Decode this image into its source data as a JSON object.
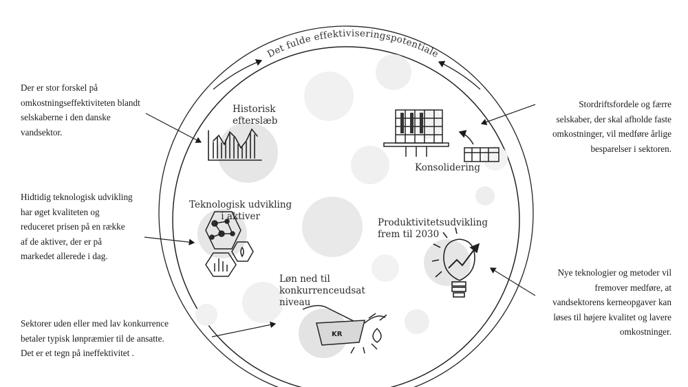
{
  "title": "Det fulde effektiviseringspotentiale",
  "circle_labels": {
    "historisk": [
      "Historisk",
      "efterslæb"
    ],
    "konsolidering": [
      "Konsolidering"
    ],
    "teknologisk": [
      "Teknologisk udvikling",
      "i aktiver"
    ],
    "produktivitet": [
      "Produktivitetsudvikling",
      "frem til 2030"
    ],
    "loen": [
      "Løn ned til",
      "konkurrenceudsat",
      "niveau"
    ],
    "kr_badge": "KR"
  },
  "notes": {
    "historisk": [
      "Der er stor forskel på",
      "omkostningseffektiviteten blandt",
      "selskaberne i den danske",
      "vandsektor."
    ],
    "teknologisk": [
      "Hidtidig teknologisk udvikling",
      "har øget kvaliteten og",
      "reduceret prisen på en række",
      "af de aktiver, der er på",
      "markedet allerede i dag."
    ],
    "loen": [
      "Sektorer uden eller med lav konkurrence",
      "betaler typisk lønpræmier til de ansatte.",
      "Det er et tegn på ineffektivitet ."
    ],
    "konsolidering": [
      "Stordriftsfordele og færre",
      "selskaber, der skal afholde faste",
      "omkostninger, vil medføre årlige",
      "besparelser i sektoren."
    ],
    "produktivitet": [
      "Nye teknologier og metoder vil",
      "fremover medføre, at",
      "vandsektorens kerneopgaver kan",
      "løses til højere kvalitet og lavere",
      "omkostninger."
    ]
  },
  "icons": [
    "line-chart-icon",
    "factory-icon",
    "hexagon-network-icon",
    "lightbulb-growth-icon",
    "hands-money-icon"
  ]
}
